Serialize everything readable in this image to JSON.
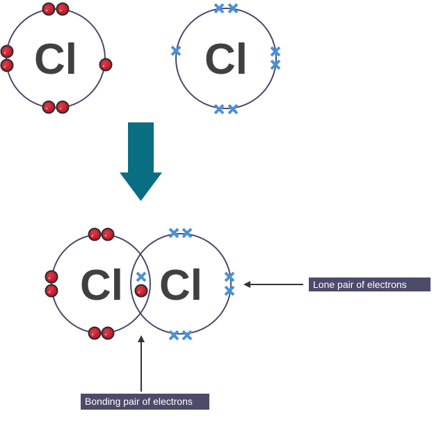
{
  "title": "Covalent bonding in a chlorine molecule (dot and cross diagram)",
  "colors": {
    "shell": "#4a4868",
    "dot_electron": "#c0182a",
    "cross_electron": "#4a90d9",
    "arrow": "#0a6e82",
    "label_bg": "#4d4b6a",
    "symbol": "#404040"
  },
  "atoms_before": [
    {
      "symbol": "Cl",
      "electron_style": "dot",
      "outer_electrons": 7
    },
    {
      "symbol": "Cl",
      "electron_style": "cross",
      "outer_electrons": 7
    }
  ],
  "reaction_arrow": {
    "icon": "down-arrow-icon"
  },
  "molecule": {
    "atoms": [
      {
        "symbol": "Cl",
        "electron_style": "dot",
        "lone_pairs": 3
      },
      {
        "symbol": "Cl",
        "electron_style": "cross",
        "lone_pairs": 3
      }
    ],
    "bonding_pairs": 1
  },
  "labels": {
    "lone_pair": "Lone pair of electrons",
    "bonding_pair": "Bonding pair of electrons"
  }
}
